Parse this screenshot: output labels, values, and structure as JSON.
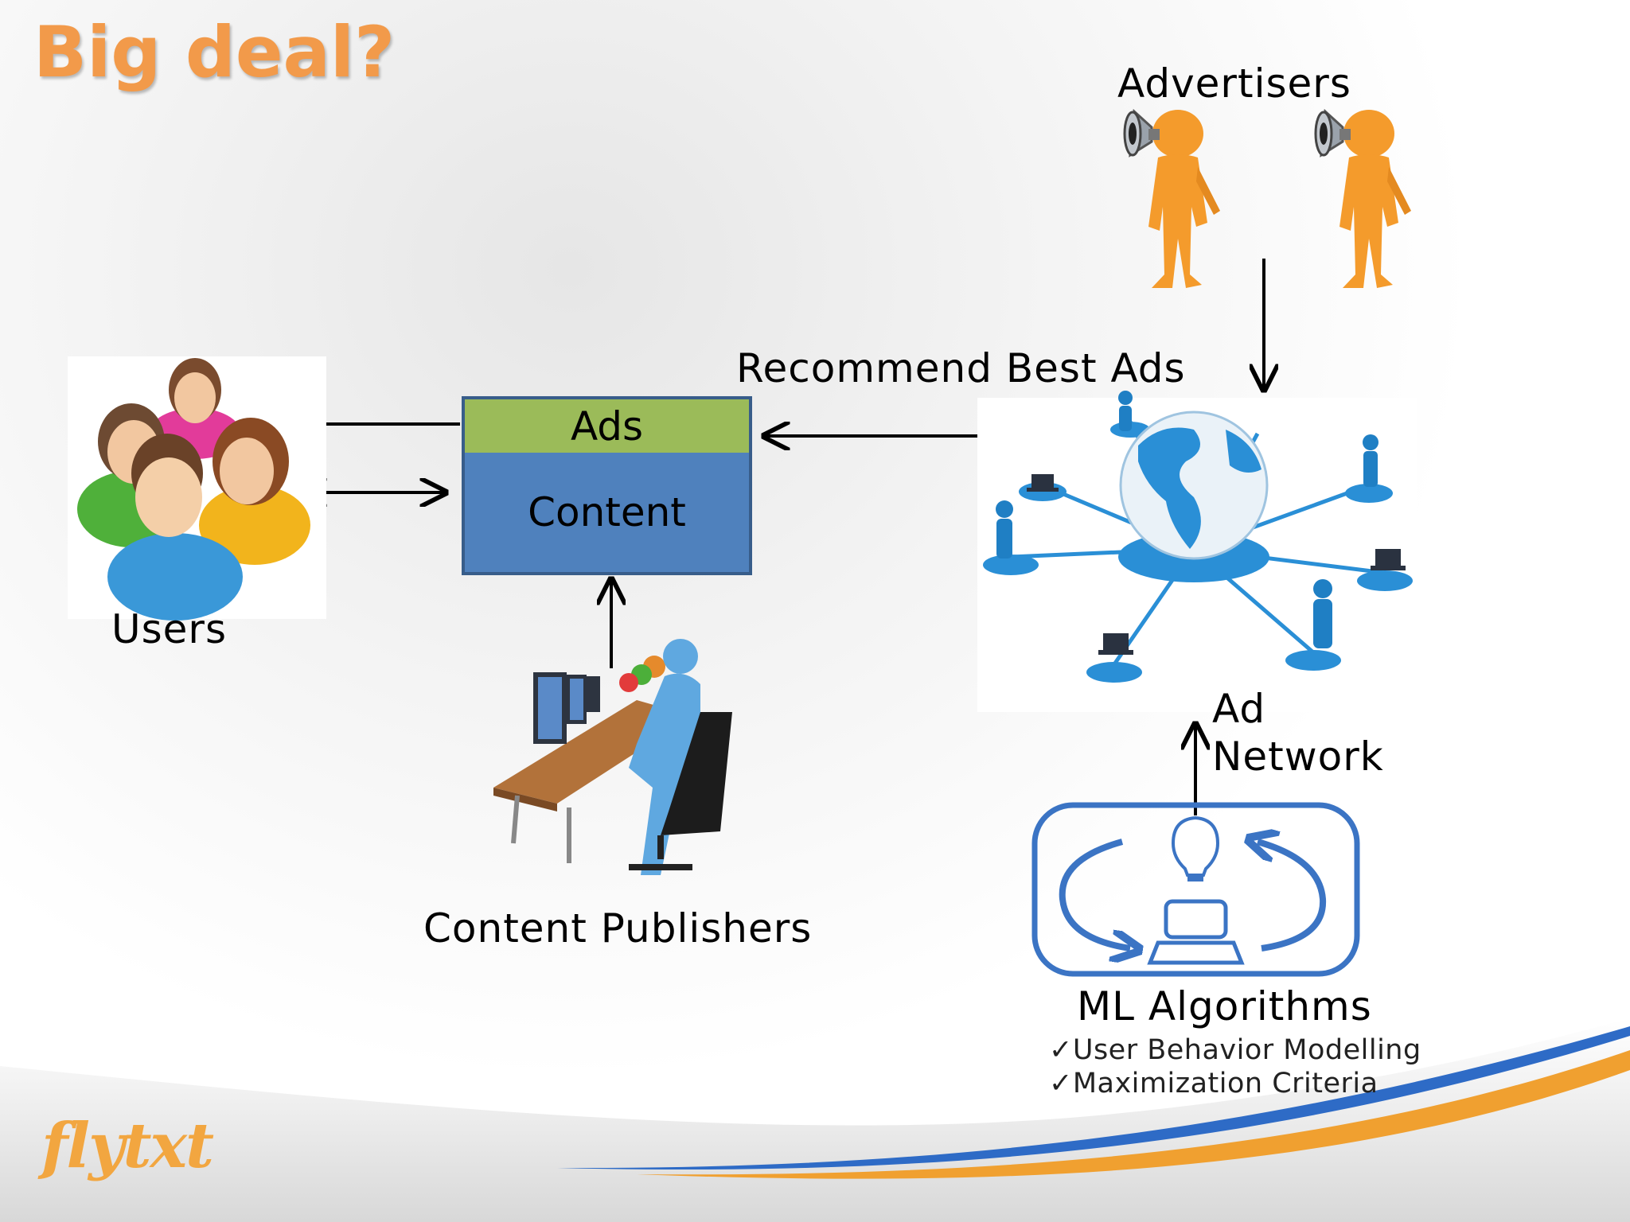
{
  "slide": {
    "title": "Big deal?",
    "advertisers_label": "Advertisers",
    "recommend_label": "Recommend Best Ads",
    "ads_label": "Ads",
    "content_label": "Content",
    "users_label": "Users",
    "publishers_label": "Content Publishers",
    "network_label_line1": "Ad",
    "network_label_line2": "Network",
    "ml_label": "ML Algorithms",
    "ml_items": [
      "✓User Behavior Modelling",
      "✓Maximization Criteria"
    ],
    "logo_text": "flytxt"
  },
  "colors": {
    "title": "#f29a4a",
    "ads_box": "#9bbb59",
    "content_box": "#4f81bd",
    "box_border": "#385d8a",
    "network_blue": "#2a8fd6",
    "ml_frame": "#3b74c4",
    "swoosh_blue": "#2e6bc6",
    "swoosh_orange": "#f0a030"
  },
  "icons": [
    "megaphone-person-icon",
    "users-group-icon",
    "globe-network-icon",
    "office-workers-icon",
    "lightbulb-computer-icon"
  ]
}
